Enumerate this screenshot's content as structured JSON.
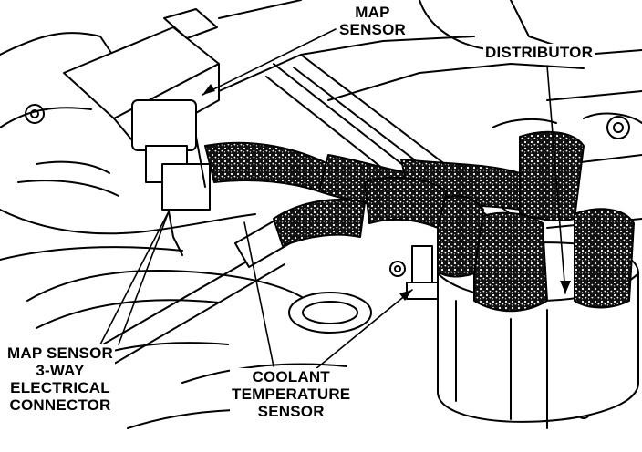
{
  "labels": {
    "map_sensor": [
      "MAP",
      "SENSOR"
    ],
    "distributor": [
      "DISTRIBUTOR"
    ],
    "map_connector": [
      "MAP SENSOR",
      "3-WAY",
      "ELECTRICAL",
      "CONNECTOR"
    ],
    "coolant_sensor": [
      "COOLANT",
      "TEMPERATURE",
      "SENSOR"
    ]
  }
}
